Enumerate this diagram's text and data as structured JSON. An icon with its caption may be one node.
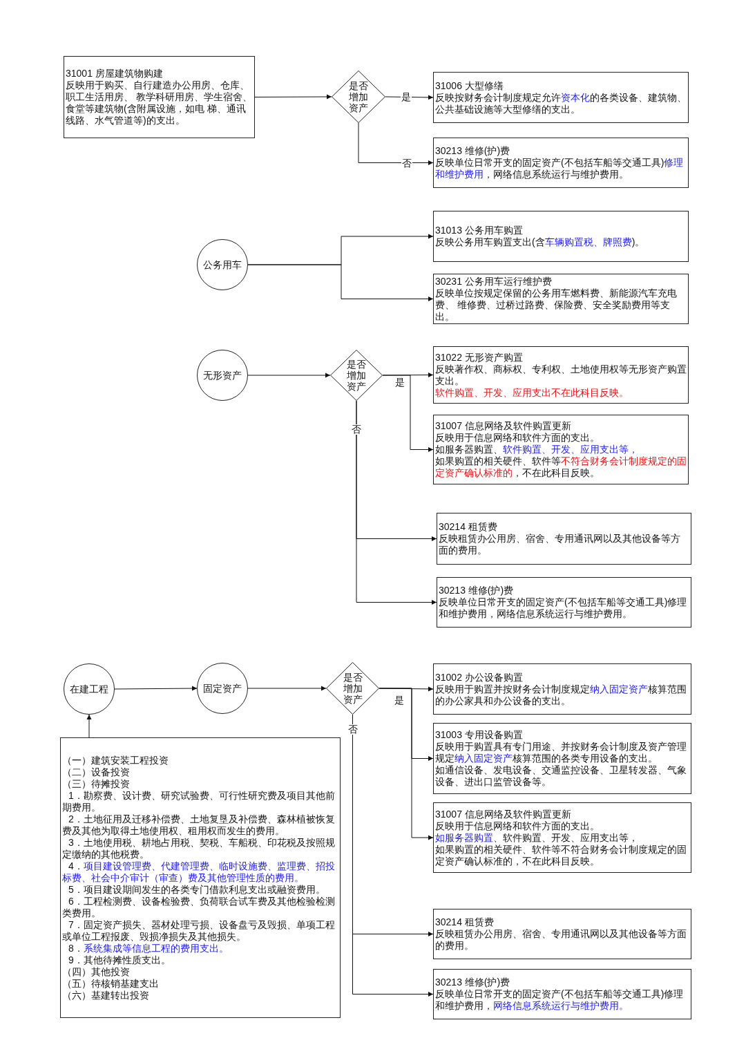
{
  "diagram": {
    "nodes": [
      {
        "text": [
          "31001 房屋建筑物购建",
          "反映用于购买、自行建造办公用房、仓库、职工生活用房、 教学科研用房、学生宿舍、食堂等建筑物(含附属设施，如电 梯、通讯线路、水气管道等)的支出。"
        ]
      },
      {
        "text": [
          "是否增加资产"
        ]
      },
      {
        "text": [
          "31006 大型修缮",
          "反映按财务会计制度规定允许**资本化**的各类设备、建筑物、公共基础设施等大型修缮的支出。"
        ]
      },
      {
        "text": [
          "30213 维修(护)费",
          "反映单位日常开支的固定资产(不包括车船等交通工具)**修理和维护费用**，网络信息系统运行与维护费用。"
        ]
      },
      {
        "text": [
          "公务用车"
        ]
      },
      {
        "text": [
          "31013 公务用车购置",
          "反映公务用车购置支出(含**车辆购置税、牌照费**)。"
        ]
      },
      {
        "text": [
          "30231 公务用车运行维护费",
          "反映单位按规定保留的公务用车燃料费、新能源汽车充电费、 维修费、过桥过路费、保险费、安全奖励费用等支出。"
        ]
      },
      {
        "text": [
          "无形资产"
        ]
      },
      {
        "text": [
          "是否增加资产"
        ]
      },
      {
        "text": [
          "31022 无形资产购置",
          "反映著作权、商标权、专利权、土地使用权等无形资产购置支出。",
          "软件购置、开发、应用支出不在此科目反映。"
        ]
      },
      {
        "text": [
          "31007 信息网络及软件购置更新",
          "反映用于信息网络和软件方面的支出。",
          "如服务器购置、**软件购置、开发、应用支出等，**",
          "如果购置的相关硬件、软件等**不符合财务会计制度规定的固定资产确认标准的**，不在此科目反映。"
        ]
      },
      {
        "text": [
          "30214 租赁费",
          "反映租赁办公用房、宿舍、专用通讯网以及其他设备等方面的费用。"
        ]
      },
      {
        "text": [
          "30213 维修(护)费",
          "反映单位日常开支的固定资产(不包括车船等交通工具)修理和维护费用，网络信息系统运行与维护费用。"
        ]
      },
      {
        "text": [
          "在建工程"
        ]
      },
      {
        "text": [
          "固定资产"
        ]
      },
      {
        "text": [
          "是否增加资产"
        ]
      },
      {
        "text": [
          "31002 办公设备购置",
          "反映用于购置并按财务会计制度规定**纳入固定资产**核算范围的办公家具和办公设备的支出。"
        ]
      },
      {
        "text": [
          "31003 专用设备购置",
          "反映用于购置具有专门用途、并按财务会计制度及资产管理规定**纳入固定资产**核算范围的各类专用设备的支出。",
          "如通信设备、发电设备、交通监控设备、卫星转发器、气象设备、进出口监管设备等。"
        ]
      },
      {
        "text": [
          "31007 信息网络及软件购置更新",
          "反映用于信息网络和软件方面的支出。",
          "**如服务器购置**、软件购置、开发、应用支出等，",
          "如果购置的相关硬件、软件等不符合财务会计制度规定的固定资产确认标准的，不在此科目反映。"
        ]
      },
      {
        "text": [
          "30214 租赁费",
          "反映租赁办公用房、宿舍、专用通讯网以及其他设备等方面的费用。"
        ]
      },
      {
        "text": [
          "30213 维修(护)费",
          "反映单位日常开支的固定资产(不包括车船等交通工具)修理和维护费用，**网络信息系统运行与维护费用。**"
        ]
      },
      {
        "text": [
          "（一）建筑安装工程投资",
          "（二）设备投资",
          "（三）待摊投资",
          "1．勘察费、设计费、研究试验费、可行性研究费及项目其他前期费用。",
          "2．土地征用及迁移补偿费、土地复垦及补偿费、森林植被恢复费及其他为取得土地使用权、租用权而发生的费用。",
          "3．土地使用税、耕地占用税、契税、车船税、印花税及按照规定缴纳的其他税费。",
          "4．**项目建设管理费、代建管理费、临时设施费、监理费、招投标费、社会中介审计（审查）费及其他管理性质的费用。**",
          "5．项目建设期间发生的各类专门借款利息支出或融资费用。",
          "6．工程检测费、设备检验费、负荷联合试车费及其他检验检测类费用。",
          "7．固定资产损失、器材处理亏损、设备盘亏及毁损、单项工程或单位工程报废、毁损净损失及其他损失。",
          "8．**系统集成等信息工程的费用支出。**",
          "9．其他待摊性质支出。",
          "（四）其他投资",
          "（五）待核销基建支出",
          "（六）基建转出投资"
        ]
      }
    ],
    "edges": [
      {
        "from": 0,
        "to": 1,
        "arrow": "to"
      },
      {
        "from": 1,
        "to": 2,
        "arrow": "to",
        "label": "是"
      },
      {
        "from": 1,
        "to": 3,
        "arrow": "to",
        "label": "否"
      },
      {
        "from": 4,
        "to": 5,
        "arrow": "to"
      },
      {
        "from": 4,
        "to": 6,
        "arrow": "to"
      },
      {
        "from": 7,
        "to": 8,
        "arrow": "to"
      },
      {
        "from": 8,
        "to": 9,
        "arrow": "to",
        "label": "是"
      },
      {
        "from": 8,
        "to": 10,
        "arrow": "to"
      },
      {
        "from": 8,
        "to": 11,
        "arrow": "to",
        "label": "否"
      },
      {
        "from": 8,
        "to": 12,
        "arrow": "to"
      },
      {
        "from": 13,
        "to": 14,
        "arrow": "to"
      },
      {
        "from": 14,
        "to": 15,
        "arrow": "to"
      },
      {
        "from": 15,
        "to": 16,
        "arrow": "to",
        "label": "是"
      },
      {
        "from": 15,
        "to": 17,
        "arrow": "to"
      },
      {
        "from": 15,
        "to": 18,
        "arrow": "to"
      },
      {
        "from": 15,
        "to": 19,
        "arrow": "to",
        "label": "否"
      },
      {
        "from": 15,
        "to": 20,
        "arrow": "to"
      },
      {
        "from": 21,
        "to": 13,
        "arrow": "to"
      }
    ]
  }
}
